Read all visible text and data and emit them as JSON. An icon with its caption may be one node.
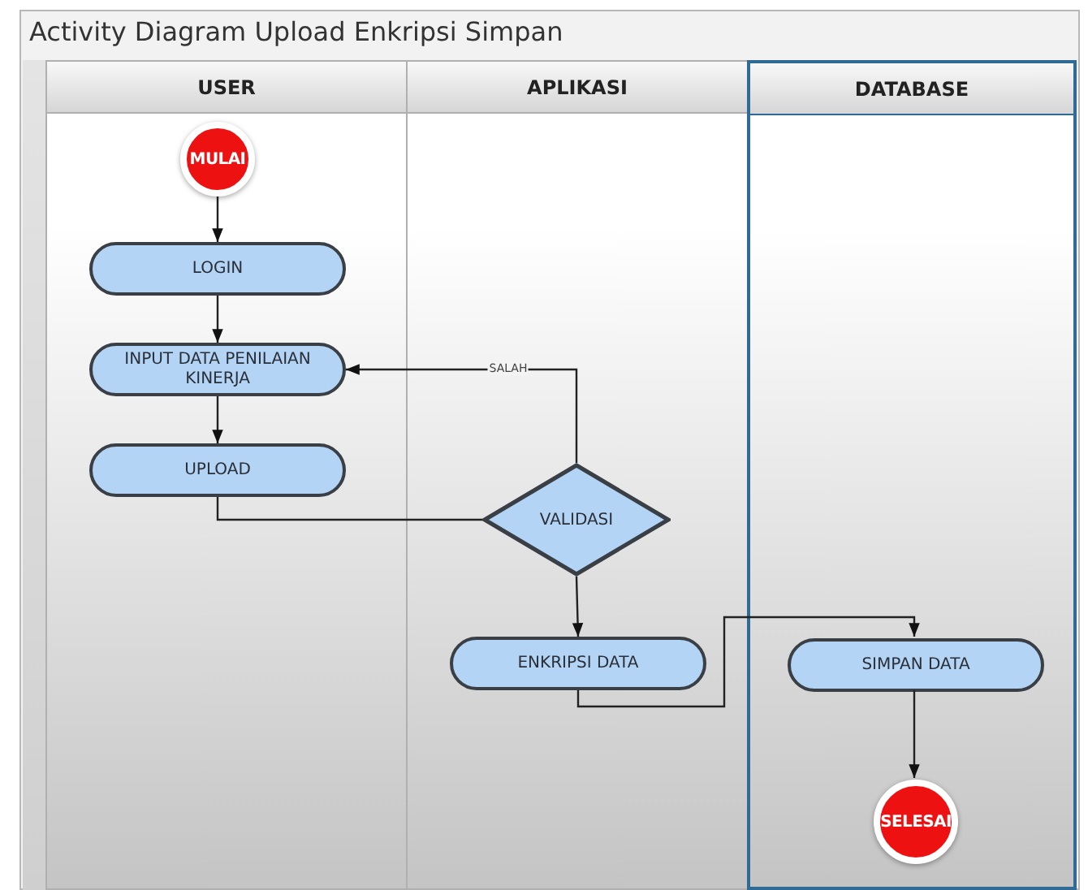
{
  "diagram": {
    "title": "Activity Diagram Upload Enkripsi Simpan",
    "nodes": [
      {
        "text": [
          "USER"
        ]
      },
      {
        "text": [
          "APLIKASI"
        ]
      },
      {
        "text": [
          "DATABASE"
        ]
      },
      {
        "text": [
          "MULAI"
        ],
        "in": 0
      },
      {
        "text": [
          "LOGIN"
        ],
        "in": 0
      },
      {
        "text": [
          "INPUT DATA PENILAIAN KINERJA"
        ],
        "in": 0
      },
      {
        "text": [
          "UPLOAD"
        ],
        "in": 0
      },
      {
        "text": [
          "VALIDASI"
        ],
        "in": 1
      },
      {
        "text": [
          "ENKRIPSI DATA"
        ],
        "in": 1
      },
      {
        "text": [
          "SIMPAN DATA"
        ],
        "in": 2
      },
      {
        "text": [
          "SELESAI"
        ],
        "in": 2
      }
    ],
    "edges": [
      {
        "from": 3,
        "to": 4,
        "arrow": "to"
      },
      {
        "from": 4,
        "to": 5,
        "arrow": "to"
      },
      {
        "from": 5,
        "to": 6,
        "arrow": "to"
      },
      {
        "from": 6,
        "to": 7,
        "arrow": "none"
      },
      {
        "from": 7,
        "to": 5,
        "arrow": "to",
        "label": "SALAH"
      },
      {
        "from": 7,
        "to": 8,
        "arrow": "to"
      },
      {
        "from": 8,
        "to": 9,
        "arrow": "to"
      },
      {
        "from": 9,
        "to": 10,
        "arrow": "to"
      }
    ]
  }
}
